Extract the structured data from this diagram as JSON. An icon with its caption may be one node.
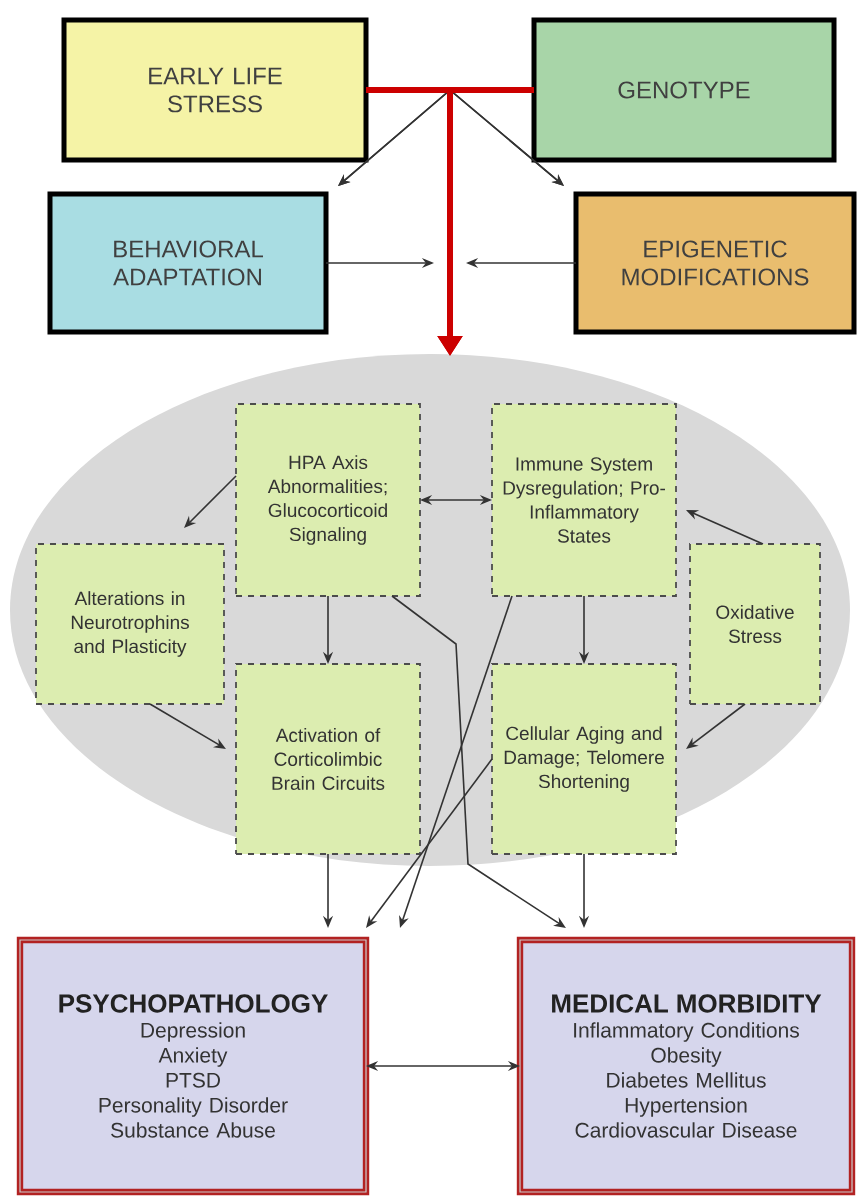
{
  "diagram": {
    "nodes": [
      {
        "text": [
          "EARLY LIFE STRESS"
        ]
      },
      {
        "text": [
          "GENOTYPE"
        ]
      },
      {
        "text": [
          "BEHAVIORAL ADAPTATION"
        ]
      },
      {
        "text": [
          "EPIGENETIC MODIFICATIONS"
        ]
      },
      {
        "text": [],
        "shape": "ellipse"
      },
      {
        "text": [
          "HPA Axis Abnormalities; Glucocorticoid Signaling"
        ],
        "in": 4
      },
      {
        "text": [
          "Immune System Dysregulation; Pro-Inflammatory States"
        ],
        "in": 4
      },
      {
        "text": [
          "Alterations in Neurotrophins and Plasticity"
        ],
        "in": 4
      },
      {
        "text": [
          "Oxidative Stress"
        ],
        "in": 4
      },
      {
        "text": [
          "Activation of Corticolimbic Brain Circuits"
        ],
        "in": 4
      },
      {
        "text": [
          "Cellular Aging and Damage; Telomere Shortening"
        ],
        "in": 4
      },
      {
        "text": [
          "PSYCHOPATHOLOGY",
          "Depression",
          "Anxiety",
          "PTSD",
          "Personality Disorder",
          "Substance Abuse"
        ]
      },
      {
        "text": [
          "MEDICAL MORBIDITY",
          "Inflammatory Conditions",
          "Obesity",
          "Diabetes Mellitus",
          "Hypertension",
          "Cardiovascular Disease"
        ]
      }
    ],
    "edges": [
      {
        "from": 0,
        "to": 2,
        "arrow": "to"
      },
      {
        "from": 1,
        "to": 2,
        "arrow": "to"
      },
      {
        "from": 0,
        "to": 3,
        "arrow": "to"
      },
      {
        "from": 1,
        "to": 3,
        "arrow": "to"
      },
      {
        "from": 0,
        "to": 4,
        "arrow": "to",
        "style": "thick",
        "color": "#cc0000"
      },
      {
        "from": 1,
        "to": 4,
        "arrow": "to",
        "style": "thick",
        "color": "#cc0000"
      },
      {
        "from": 2,
        "to": null,
        "arrow": "to"
      },
      {
        "from": 3,
        "to": null,
        "arrow": "to"
      },
      {
        "from": 5,
        "to": 7,
        "arrow": "to"
      },
      {
        "from": 5,
        "to": 6,
        "arrow": "both"
      },
      {
        "from": 8,
        "to": 6,
        "arrow": "to"
      },
      {
        "from": 5,
        "to": 9,
        "arrow": "to"
      },
      {
        "from": 6,
        "to": 10,
        "arrow": "to"
      },
      {
        "from": 7,
        "to": 9,
        "arrow": "to"
      },
      {
        "from": 8,
        "to": 10,
        "arrow": "to"
      },
      {
        "from": 5,
        "to": 12,
        "arrow": "to"
      },
      {
        "from": 6,
        "to": 11,
        "arrow": "to"
      },
      {
        "from": 10,
        "to": 11,
        "arrow": "to"
      },
      {
        "from": 9,
        "to": 11,
        "arrow": "to"
      },
      {
        "from": 10,
        "to": 12,
        "arrow": "to"
      },
      {
        "from": 11,
        "to": 12,
        "arrow": "both"
      }
    ]
  }
}
